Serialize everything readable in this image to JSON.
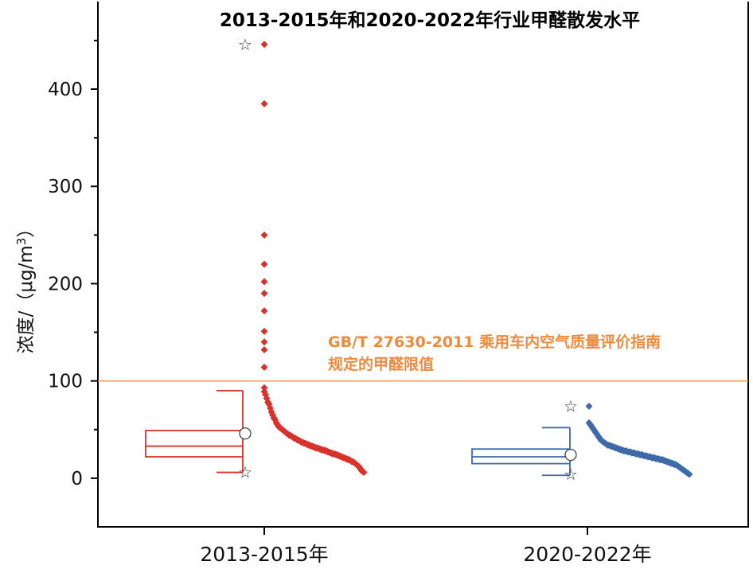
{
  "chart_data": {
    "type": "scatter",
    "title": "2013-2015年和2020-2022年行业甲醛散发水平",
    "ylabel": "浓度/（μg/m",
    "ylabel_superscript": "3",
    "ylabel_close": "）",
    "ylim": [
      -50,
      490
    ],
    "yticks": [
      0,
      100,
      200,
      300,
      400
    ],
    "ytick_labels": [
      "0",
      "100",
      "200",
      "300",
      "400"
    ],
    "categories": [
      "2013-2015年",
      "2020-2022年"
    ],
    "reference_line": {
      "value": 100,
      "color": "#f4a25a",
      "label_lines": [
        "GB/T 27630-2011 乘用车内空气质量评价指南",
        "规定的甲醛限值"
      ]
    },
    "series": [
      {
        "color": "#d9322b",
        "box": {
          "q1": 22,
          "median": 33,
          "q3": 49,
          "whisker_low": 6,
          "whisker_high": 90,
          "mean": 46,
          "min": 6,
          "max": 446
        },
        "points": [
          446,
          385,
          250,
          220,
          202,
          190,
          172,
          151,
          140,
          132,
          114,
          93,
          89,
          86,
          82,
          78,
          76,
          72,
          68,
          65,
          62,
          60,
          57,
          55,
          53,
          52,
          51,
          50,
          49,
          48,
          47,
          46,
          45,
          44,
          44,
          43,
          42,
          41,
          41,
          40,
          39,
          39,
          38,
          37,
          37,
          36,
          36,
          35,
          35,
          34,
          34,
          33,
          33,
          32,
          32,
          31,
          31,
          31,
          30,
          30,
          29,
          29,
          29,
          28,
          28,
          27,
          27,
          26,
          26,
          25,
          25,
          25,
          24,
          24,
          23,
          23,
          22,
          22,
          21,
          21,
          20,
          20,
          19,
          19,
          18,
          17,
          17,
          16,
          15,
          14,
          13,
          12,
          10,
          8,
          7,
          6
        ]
      },
      {
        "color": "#3d6aa8",
        "box": {
          "q1": 15,
          "median": 22,
          "q3": 30,
          "whisker_low": 3,
          "whisker_high": 52,
          "mean": 24,
          "min": 4,
          "max": 74
        },
        "points": [
          74,
          57,
          55,
          53,
          51,
          49,
          47,
          45,
          43,
          41,
          39,
          38,
          37,
          36,
          35,
          34,
          34,
          33,
          33,
          32,
          32,
          31,
          31,
          30,
          30,
          29,
          29,
          28,
          28,
          28,
          27,
          27,
          27,
          26,
          26,
          26,
          25,
          25,
          25,
          24,
          24,
          24,
          23,
          23,
          23,
          22,
          22,
          22,
          21,
          21,
          21,
          20,
          20,
          20,
          19,
          19,
          19,
          18,
          18,
          17,
          17,
          16,
          16,
          15,
          15,
          14,
          14,
          13,
          12,
          11,
          10,
          9,
          8,
          7,
          6,
          5,
          4
        ]
      }
    ]
  }
}
